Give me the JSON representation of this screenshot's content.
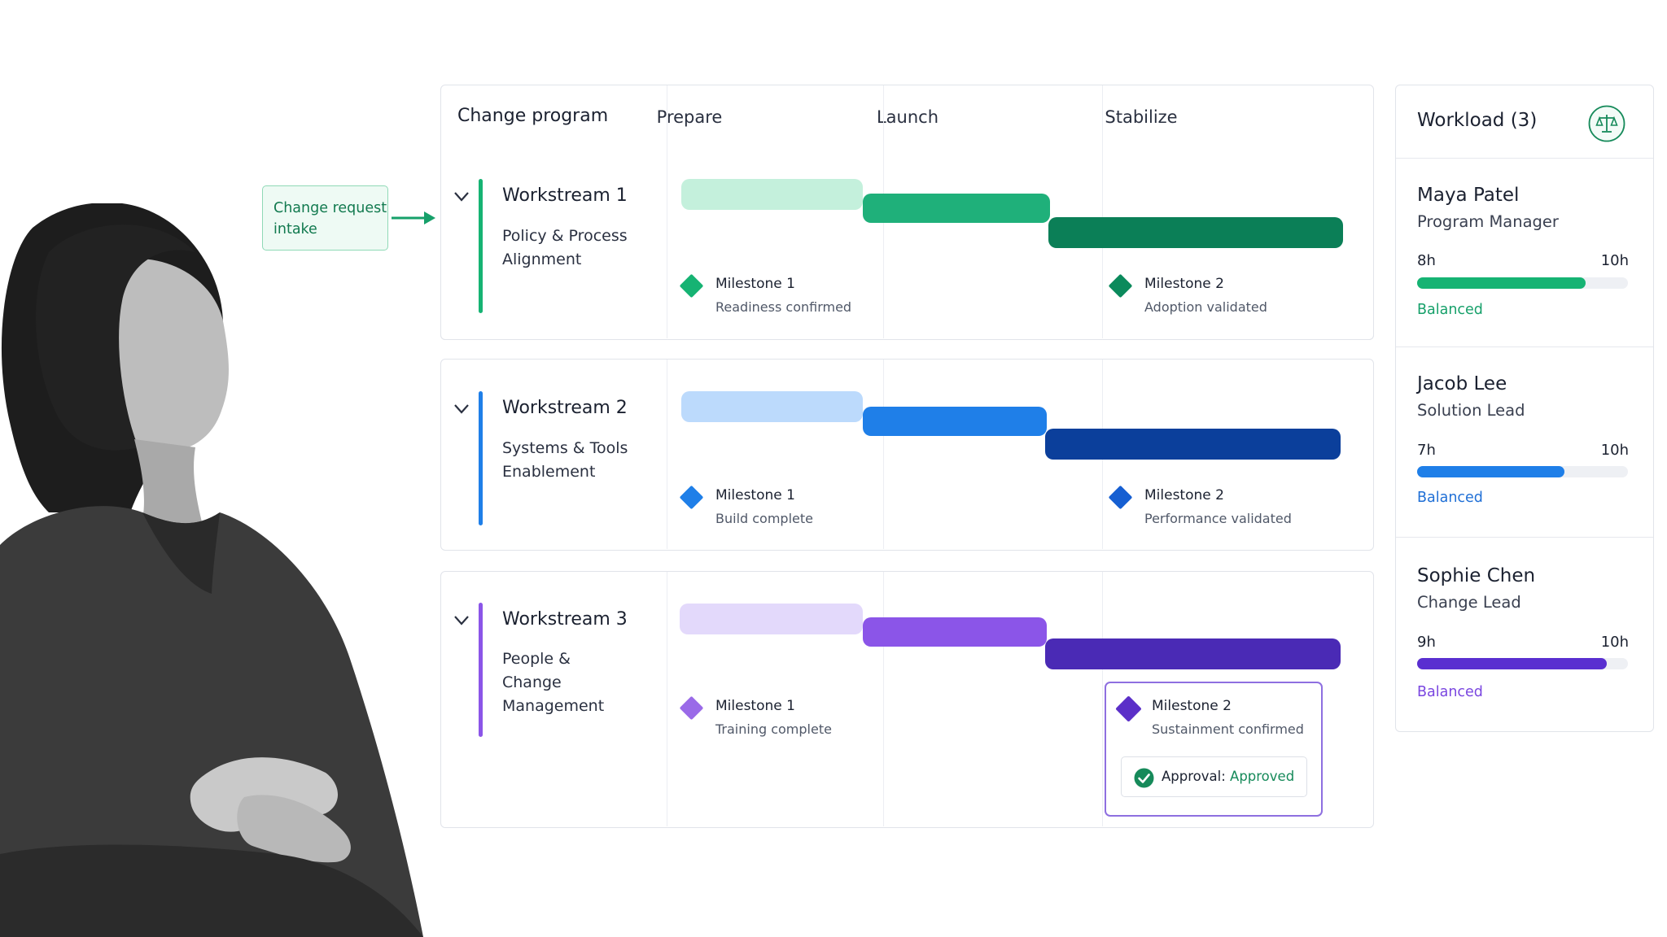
{
  "intake": {
    "label": "Change request intake"
  },
  "timeline": {
    "title": "Change program",
    "phases": [
      "Prepare",
      "Launch",
      "Stabilize"
    ]
  },
  "workstreams": [
    {
      "title": "Workstream 1",
      "subtitle": "Policy & Process Alignment",
      "color": "#16b373",
      "milestones": [
        {
          "title": "Milestone 1",
          "subtitle": "Readiness confirmed"
        },
        {
          "title": "Milestone 2",
          "subtitle": "Adoption validated"
        }
      ]
    },
    {
      "title": "Workstream 2",
      "subtitle": "Systems & Tools Enablement",
      "color": "#1f7fe8",
      "milestones": [
        {
          "title": "Milestone 1",
          "subtitle": "Build complete"
        },
        {
          "title": "Milestone 2",
          "subtitle": "Performance validated"
        }
      ]
    },
    {
      "title": "Workstream 3",
      "subtitle": "People & Change Management",
      "color": "#8b55e8",
      "milestones": [
        {
          "title": "Milestone 1",
          "subtitle": "Training complete"
        },
        {
          "title": "Milestone 2",
          "subtitle": "Sustainment confirmed"
        }
      ],
      "approval": {
        "label": "Approval:",
        "value": "Approved"
      }
    }
  ],
  "workload": {
    "title": "Workload (3)",
    "icon": "balance-scale-icon",
    "people": [
      {
        "name": "Maya Patel",
        "role": "Program Manager",
        "used": "8h",
        "capacity": "10h",
        "fraction": 0.8,
        "status": "Balanced",
        "color": "#16b373",
        "status_color": "#16a06a"
      },
      {
        "name": "Jacob Lee",
        "role": "Solution Lead",
        "used": "7h",
        "capacity": "10h",
        "fraction": 0.7,
        "status": "Balanced",
        "color": "#1f7fe8",
        "status_color": "#1f6fd6"
      },
      {
        "name": "Sophie Chen",
        "role": "Change Lead",
        "used": "9h",
        "capacity": "10h",
        "fraction": 0.9,
        "status": "Balanced",
        "color": "#5a2fd0",
        "status_color": "#7a46e0"
      }
    ]
  }
}
